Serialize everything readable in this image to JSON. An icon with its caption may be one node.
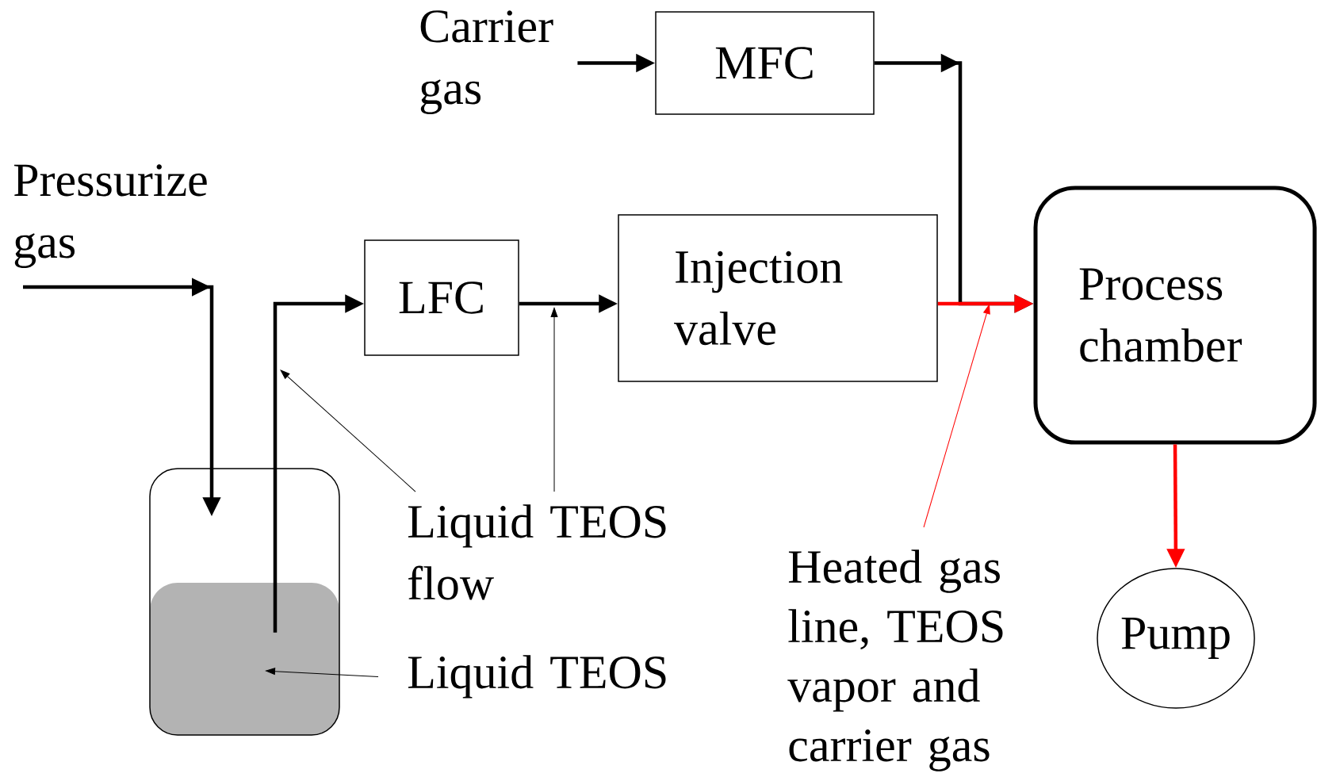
{
  "diagram": {
    "nodes": [
      {
        "text": [
          "Carrier gas"
        ]
      },
      {
        "text": [
          "MFC"
        ]
      },
      {
        "text": [
          "Pressurize gas"
        ]
      },
      {
        "text": [
          "LFC"
        ]
      },
      {
        "text": [
          "Injection valve"
        ]
      },
      {
        "text": [
          "Process chamber"
        ]
      },
      {
        "text": [],
        "shape": "box"
      },
      {
        "text": [
          "Liquid TEOS flow"
        ]
      },
      {
        "text": [
          "Liquid TEOS"
        ]
      },
      {
        "text": [
          "Heated gas line, TEOS vapor and carrier gas"
        ]
      },
      {
        "text": [
          "Pump"
        ]
      }
    ],
    "edges": [
      {
        "from": 0,
        "to": 1,
        "arrow": "to"
      },
      {
        "from": 1,
        "to": 5,
        "arrow": "to"
      },
      {
        "from": 2,
        "to": 6,
        "arrow": "to"
      },
      {
        "from": 6,
        "to": 3,
        "arrow": "to"
      },
      {
        "from": 3,
        "to": 4,
        "arrow": "to"
      },
      {
        "from": 4,
        "to": 5,
        "arrow": "to",
        "color": "#ff0000"
      },
      {
        "from": 5,
        "to": 10,
        "arrow": "to",
        "color": "#ff0000"
      },
      {
        "from": 7,
        "to": null,
        "arrow": "to"
      },
      {
        "from": 7,
        "to": null,
        "arrow": "to"
      },
      {
        "from": 8,
        "to": 6,
        "arrow": "to"
      },
      {
        "from": 9,
        "to": null,
        "arrow": "to",
        "color": "#ff0000"
      }
    ]
  }
}
